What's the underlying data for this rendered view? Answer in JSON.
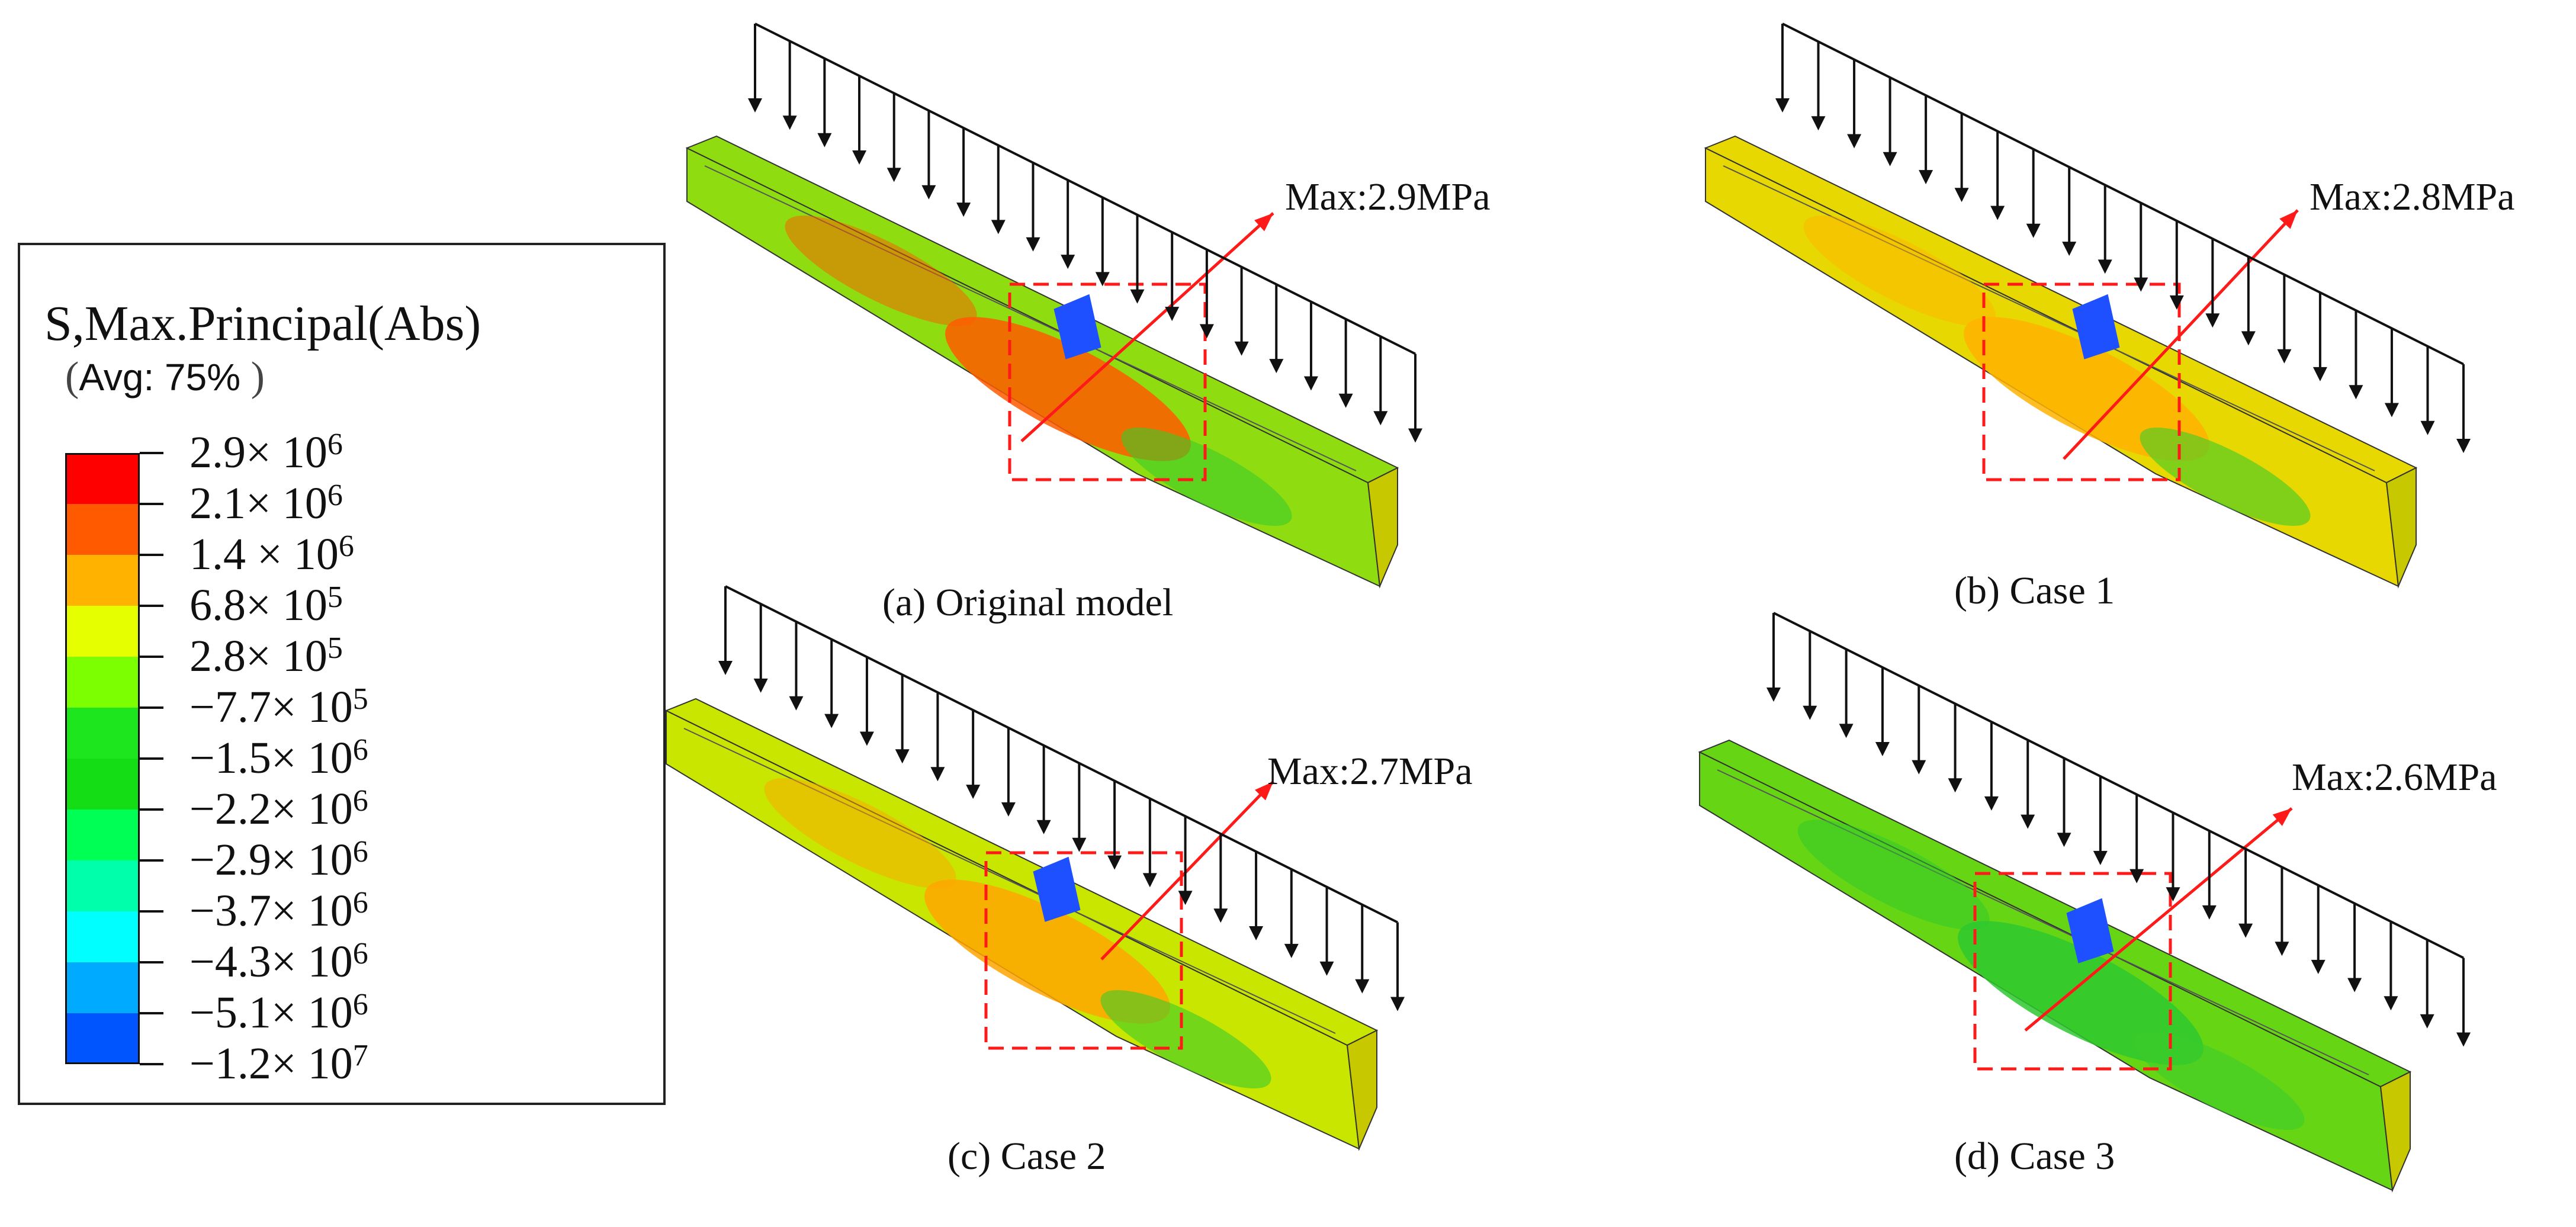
{
  "legend": {
    "title": "S,Max.Principal(Abs)",
    "avg_label": "Avg: 75%",
    "items": [
      {
        "mant": "2.9×",
        "exp": "6",
        "color": "#ff0000"
      },
      {
        "mant": "2.1×",
        "exp": "6",
        "color": "#ff5a00"
      },
      {
        "mant": "1.4 ×",
        "exp": "6",
        "color": "#ffb300"
      },
      {
        "mant": "6.8×",
        "exp": "5",
        "color": "#e6ff00"
      },
      {
        "mant": "2.8×",
        "exp": "5",
        "color": "#7cff00"
      },
      {
        "mant": "−7.7×",
        "exp": "5",
        "color": "#1ee61e"
      },
      {
        "mant": "−1.5×",
        "exp": "6",
        "color": "#15dd15"
      },
      {
        "mant": "−2.2×",
        "exp": "6",
        "color": "#00ff55"
      },
      {
        "mant": "−2.9×",
        "exp": "6",
        "color": "#00ffaa"
      },
      {
        "mant": "−3.7×",
        "exp": "6",
        "color": "#00ffff"
      },
      {
        "mant": "−4.3×",
        "exp": "6",
        "color": "#00aaff"
      },
      {
        "mant": "−5.1×",
        "exp": "6",
        "color": "#0055ff"
      },
      {
        "mant": "−1.2×",
        "exp": "7",
        "color": "#0000ff"
      }
    ],
    "base": "10"
  },
  "panels": [
    {
      "caption": "(a) Original model",
      "max": "Max:2.9MPa",
      "body": "#8fdc10",
      "region": "#ff5a00"
    },
    {
      "caption": "(b) Case 1",
      "max": "Max:2.8MPa",
      "body": "#e6d800",
      "region": "#ffb300"
    },
    {
      "caption": "(c)  Case 2",
      "max": "Max:2.7MPa",
      "body": "#c8e600",
      "region": "#ffa500"
    },
    {
      "caption": "(d) Case 3",
      "max": "Max:2.6MPa",
      "body": "#66d614",
      "region": "#2ec82e"
    }
  ]
}
